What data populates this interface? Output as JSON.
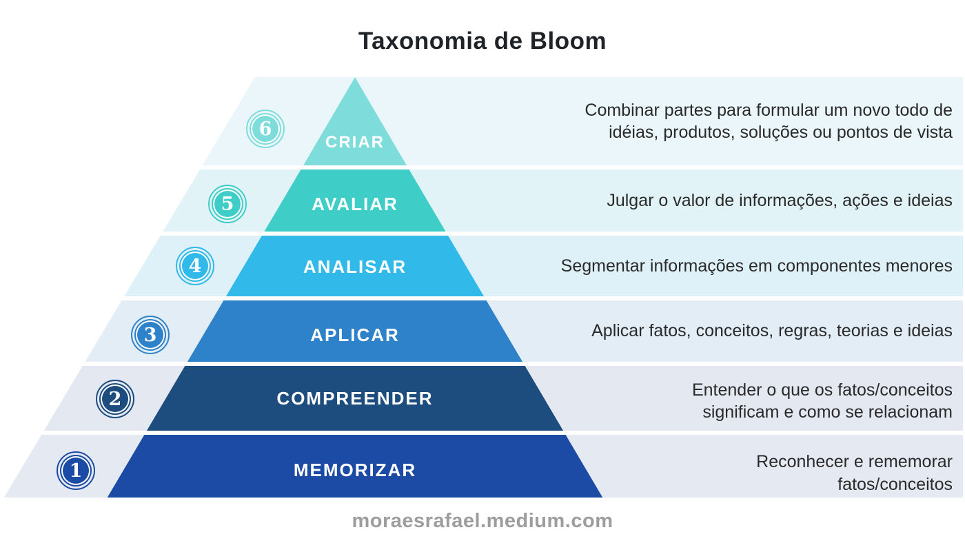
{
  "title": "Taxonomia de Bloom",
  "footer": "moraesrafael.medium.com",
  "theme": {
    "background": "#ffffff",
    "title_color": "#1f2328",
    "footer_color": "#9d9d9d",
    "description_color": "#2a2a2a",
    "label_color": "#ffffff"
  },
  "levels": [
    {
      "number": "6",
      "label": "CRIAR",
      "description": "Combinar partes para formular um novo todo de\nidéias, produtos, soluções ou pontos de vista",
      "pyramid_color": "#7EDDDB",
      "band_color": "#EAF6FA"
    },
    {
      "number": "5",
      "label": "AVALIAR",
      "description": "Julgar o valor de informações, ações e ideias",
      "pyramid_color": "#3FCDC7",
      "band_color": "#E2F3F7"
    },
    {
      "number": "4",
      "label": "ANALISAR",
      "description": "Segmentar informações em componentes menores",
      "pyramid_color": "#31B9E9",
      "band_color": "#DFF1F8"
    },
    {
      "number": "3",
      "label": "APLICAR",
      "description": "Aplicar fatos, conceitos, regras, teorias e ideias",
      "pyramid_color": "#2E82C9",
      "band_color": "#E2EDF6"
    },
    {
      "number": "2",
      "label": "COMPREENDER",
      "description": "Entender o que os fatos/conceitos\nsignificam e como se relacionam",
      "pyramid_color": "#1D4C7F",
      "band_color": "#E3E8F1"
    },
    {
      "number": "1",
      "label": "MEMORIZAR",
      "description": "Reconhecer e rememorar\nfatos/conceitos",
      "pyramid_color": "#1B4BA4",
      "band_color": "#E5E9F1"
    }
  ]
}
